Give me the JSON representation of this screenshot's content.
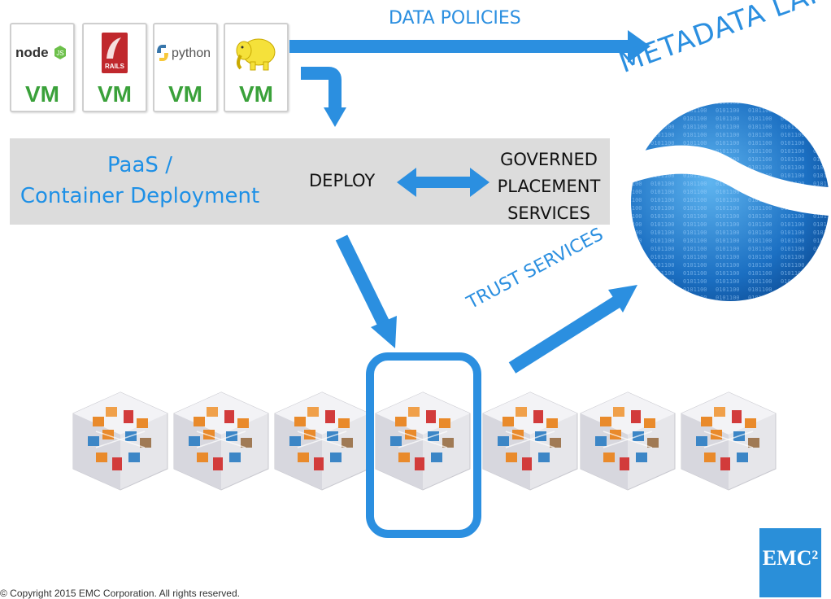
{
  "vms": [
    {
      "logo_text": "node",
      "logo_icon": "nodejs-logo-icon",
      "label": "VM"
    },
    {
      "logo_text": "RAILS",
      "logo_icon": "rails-logo-icon",
      "label": "VM"
    },
    {
      "logo_text": "python",
      "logo_icon": "python-logo-icon",
      "label": "VM"
    },
    {
      "logo_text": "",
      "logo_icon": "hadoop-elephant-icon",
      "label": "VM"
    }
  ],
  "paas": {
    "title_line1": "PaaS /",
    "title_line2": "Container Deployment",
    "deploy": "DEPLOY",
    "governed_line1": "GOVERNED",
    "governed_line2": "PLACEMENT",
    "governed_line3": "SERVICES"
  },
  "labels": {
    "data_policies": "DATA POLICIES",
    "trust_services": "TRUST SERVICES",
    "metadata_lake": "METADATA LAKE"
  },
  "footer": {
    "copyright": "© Copyright 2015 EMC Corporation. All rights reserved.",
    "logo": "EMC²"
  },
  "colors": {
    "accent_blue": "#1e90e6",
    "vm_green": "#3aa13a",
    "panel_gray": "#dcdcdc"
  }
}
